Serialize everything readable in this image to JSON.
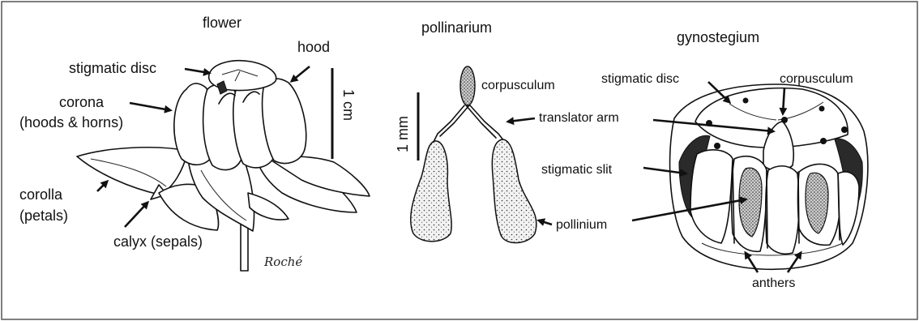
{
  "panels": {
    "flower": {
      "title": "flower",
      "labels": {
        "stigmatic_disc": "stigmatic disc",
        "hood": "hood",
        "corona_line1": "corona",
        "corona_line2": "(hoods & horns)",
        "corolla_line1": "corolla",
        "corolla_line2": "(petals)",
        "calyx": "calyx (sepals)",
        "scale": "1 cm"
      },
      "signature": "Roché"
    },
    "pollinarium": {
      "title": "pollinarium",
      "labels": {
        "corpusculum": "corpusculum",
        "translator_arm": "translator arm",
        "pollinium": "pollinium",
        "scale": "1 mm"
      }
    },
    "gynostegium": {
      "title": "gynostegium",
      "labels": {
        "stigmatic_disc": "stigmatic disc",
        "corpusculum": "corpusculum",
        "stigmatic_slit": "stigmatic slit",
        "anthers": "anthers"
      }
    }
  }
}
